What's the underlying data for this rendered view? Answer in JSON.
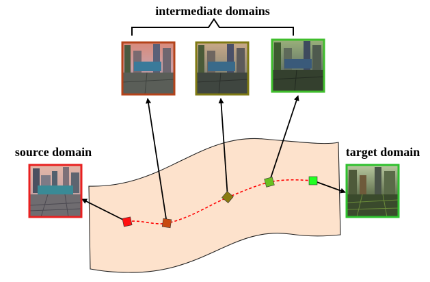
{
  "labels": {
    "intermediate": "intermediate domains",
    "source": "source domain",
    "target": "target domain"
  },
  "colors": {
    "manifold_fill": "#fde2cc",
    "path_dash": "#ff0000",
    "source_border": "#e82020",
    "target_border": "#2ec02e",
    "intermediate_1_border": "#b4431a",
    "intermediate_2_border": "#7f7a14",
    "intermediate_3_border": "#3fbd2c",
    "marker_1": "#ff1010",
    "marker_2": "#c84a10",
    "marker_3": "#8a7a10",
    "marker_4": "#6ac020",
    "marker_5": "#22ff22"
  }
}
